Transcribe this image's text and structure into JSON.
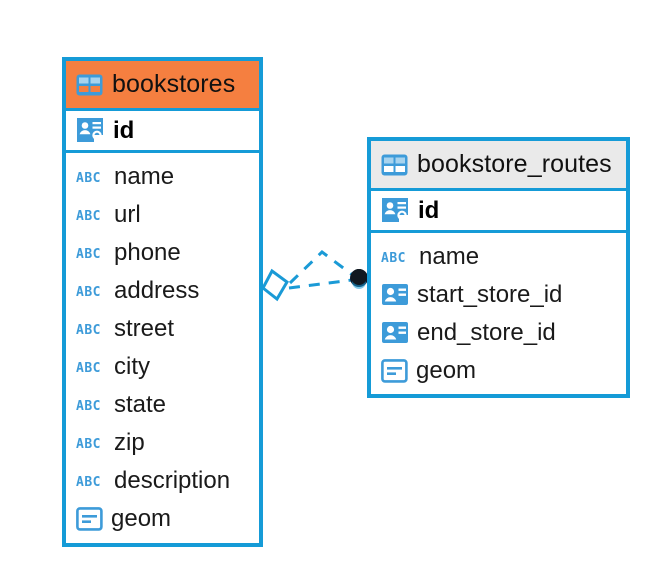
{
  "diagram": {
    "type": "entity-relationship-diagram",
    "background": "#ffffff",
    "accent_blue": "#159BD7",
    "header_orange": "#F57F40",
    "header_grey": "#EAEAEA",
    "icon_blue": "#3D9BD9"
  },
  "tables": [
    {
      "name": "bookstores",
      "header_style": "orange",
      "header_icon": "table-icon",
      "primary_key": {
        "label": "id",
        "icon": "primary-key-icon"
      },
      "fields": [
        {
          "label": "name",
          "icon": "text-type-icon"
        },
        {
          "label": "url",
          "icon": "text-type-icon"
        },
        {
          "label": "phone",
          "icon": "text-type-icon"
        },
        {
          "label": "address",
          "icon": "text-type-icon"
        },
        {
          "label": "street",
          "icon": "text-type-icon"
        },
        {
          "label": "city",
          "icon": "text-type-icon"
        },
        {
          "label": "state",
          "icon": "text-type-icon"
        },
        {
          "label": "zip",
          "icon": "text-type-icon"
        },
        {
          "label": "description",
          "icon": "text-type-icon"
        },
        {
          "label": "geom",
          "icon": "geometry-type-icon"
        }
      ]
    },
    {
      "name": "bookstore_routes",
      "header_style": "grey",
      "header_icon": "table-icon",
      "primary_key": {
        "label": "id",
        "icon": "primary-key-icon"
      },
      "fields": [
        {
          "label": "name",
          "icon": "text-type-icon"
        },
        {
          "label": "start_store_id",
          "icon": "foreign-key-icon"
        },
        {
          "label": "end_store_id",
          "icon": "foreign-key-icon"
        },
        {
          "label": "geom",
          "icon": "geometry-type-icon"
        }
      ]
    }
  ],
  "relationship": {
    "style": "dashed",
    "color": "#1A9AD6",
    "source_marker": "diamond-outline",
    "target_marker": "filled-circle",
    "label": ""
  },
  "icon_text": {
    "abc": "ABC"
  }
}
